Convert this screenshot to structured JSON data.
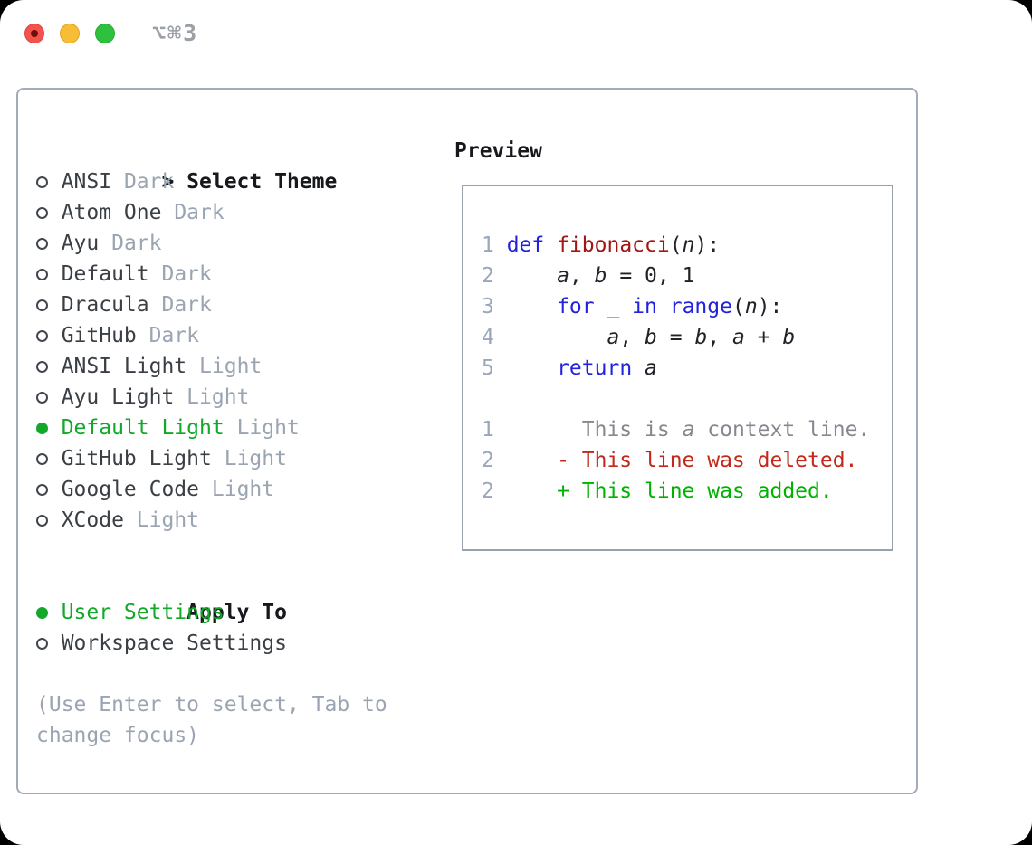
{
  "window": {
    "title": "⌥⌘3",
    "traffic_lights": [
      {
        "name": "close",
        "color": "#f2544d"
      },
      {
        "name": "minimize",
        "color": "#f7bd34"
      },
      {
        "name": "zoom",
        "color": "#2ec13e"
      }
    ]
  },
  "icons": {
    "radio_off": "circle-outline",
    "radio_on": "circle-filled",
    "cursor": ">"
  },
  "theme_list": {
    "header": {
      "marker": ">",
      "label": "Select Theme"
    },
    "items": [
      {
        "label": "ANSI",
        "variant": "Dark",
        "selected": false
      },
      {
        "label": "Atom One",
        "variant": "Dark",
        "selected": false
      },
      {
        "label": "Ayu",
        "variant": "Dark",
        "selected": false
      },
      {
        "label": "Default",
        "variant": "Dark",
        "selected": false
      },
      {
        "label": "Dracula",
        "variant": "Dark",
        "selected": false
      },
      {
        "label": "GitHub",
        "variant": "Dark",
        "selected": false
      },
      {
        "label": "ANSI Light",
        "variant": "Light",
        "selected": false
      },
      {
        "label": "Ayu Light",
        "variant": "Light",
        "selected": false
      },
      {
        "label": "Default Light",
        "variant": "Light",
        "selected": true
      },
      {
        "label": "GitHub Light",
        "variant": "Light",
        "selected": false
      },
      {
        "label": "Google Code",
        "variant": "Light",
        "selected": false
      },
      {
        "label": "XCode",
        "variant": "Light",
        "selected": false
      }
    ]
  },
  "apply_to": {
    "header": "Apply To",
    "items": [
      {
        "label": "User Settings",
        "selected": true
      },
      {
        "label": "Workspace Settings",
        "selected": false
      }
    ]
  },
  "hint": "(Use Enter to select, Tab to change focus)",
  "preview": {
    "title": "Preview",
    "lines": [
      {
        "num": "1",
        "tokens": [
          {
            "c": "kw",
            "t": "def"
          },
          {
            "c": "p",
            "t": " "
          },
          {
            "c": "fn",
            "t": "fibonacci"
          },
          {
            "c": "p",
            "t": "("
          },
          {
            "c": "v",
            "t": "n"
          },
          {
            "c": "p",
            "t": "):"
          }
        ]
      },
      {
        "num": "2",
        "tokens": [
          {
            "c": "p",
            "t": "    "
          },
          {
            "c": "v",
            "t": "a"
          },
          {
            "c": "p",
            "t": ", "
          },
          {
            "c": "v",
            "t": "b"
          },
          {
            "c": "p",
            "t": " = 0, 1"
          }
        ]
      },
      {
        "num": "3",
        "tokens": [
          {
            "c": "p",
            "t": "    "
          },
          {
            "c": "kw",
            "t": "for"
          },
          {
            "c": "p",
            "t": " _ "
          },
          {
            "c": "kw",
            "t": "in"
          },
          {
            "c": "p",
            "t": " "
          },
          {
            "c": "kw",
            "t": "range"
          },
          {
            "c": "p",
            "t": "("
          },
          {
            "c": "v",
            "t": "n"
          },
          {
            "c": "p",
            "t": "):"
          }
        ]
      },
      {
        "num": "4",
        "tokens": [
          {
            "c": "p",
            "t": "        "
          },
          {
            "c": "v",
            "t": "a"
          },
          {
            "c": "p",
            "t": ", "
          },
          {
            "c": "v",
            "t": "b"
          },
          {
            "c": "p",
            "t": " = "
          },
          {
            "c": "v",
            "t": "b"
          },
          {
            "c": "p",
            "t": ", "
          },
          {
            "c": "v",
            "t": "a"
          },
          {
            "c": "p",
            "t": " + "
          },
          {
            "c": "v",
            "t": "b"
          }
        ]
      },
      {
        "num": "5",
        "tokens": [
          {
            "c": "p",
            "t": "    "
          },
          {
            "c": "kw",
            "t": "return"
          },
          {
            "c": "p",
            "t": " "
          },
          {
            "c": "v",
            "t": "a"
          }
        ]
      },
      {
        "num": "",
        "tokens": []
      },
      {
        "num": "1",
        "tokens": [
          {
            "c": "ctx",
            "t": "      This is "
          },
          {
            "c": "ctx-i",
            "t": "a"
          },
          {
            "c": "ctx",
            "t": " context line."
          }
        ]
      },
      {
        "num": "2",
        "tokens": [
          {
            "c": "del",
            "t": "    - This line was deleted."
          }
        ]
      },
      {
        "num": "2",
        "tokens": [
          {
            "c": "add",
            "t": "    + This line was added."
          }
        ]
      }
    ]
  },
  "colors": {
    "accent_green": "#12a829",
    "keyword_blue": "#2121de",
    "function_red": "#a31515",
    "diff_red": "#c3281a",
    "diff_green": "#00b200",
    "muted_gray": "#9aa4b2",
    "panel_border": "#a3abb8",
    "line_number": "#9aa7bb"
  }
}
